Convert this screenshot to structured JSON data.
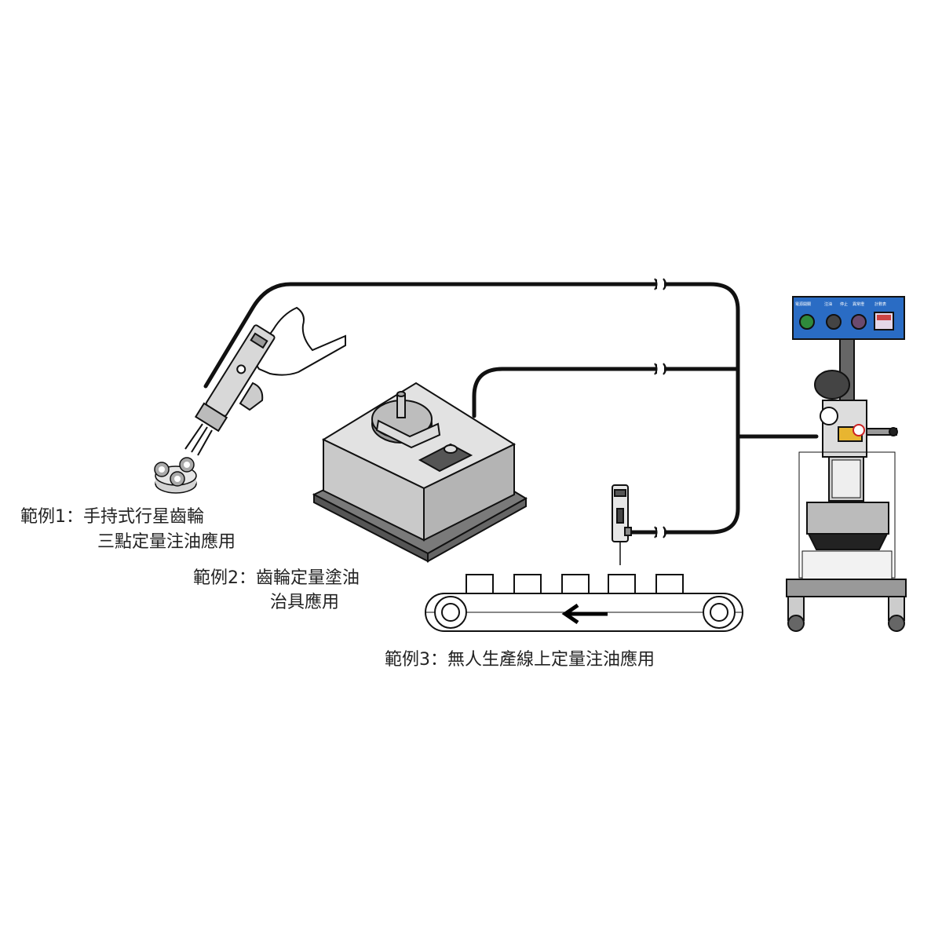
{
  "examples": [
    {
      "lines": [
        "範例1：手持式行星齒輪",
        "三點定量注油應用"
      ]
    },
    {
      "lines": [
        "範例2：齒輪定量塗油",
        "治具應用"
      ]
    },
    {
      "lines": [
        "範例3：無人生產線上定量注油應用"
      ]
    }
  ],
  "control_panel": {
    "labels": [
      "電源開關",
      "注油",
      "停止",
      "異常燈",
      "計數表"
    ],
    "button_colors": [
      "#2f8a3c",
      "#444444",
      "#6b4a6e"
    ],
    "panel_color": "#2a6cc4"
  },
  "conveyor": {
    "direction_icon": "arrow-left-icon"
  },
  "colors": {
    "line": "#111111",
    "machine_fill": "#c9c9c9",
    "machine_top": "#e2e2e2"
  }
}
